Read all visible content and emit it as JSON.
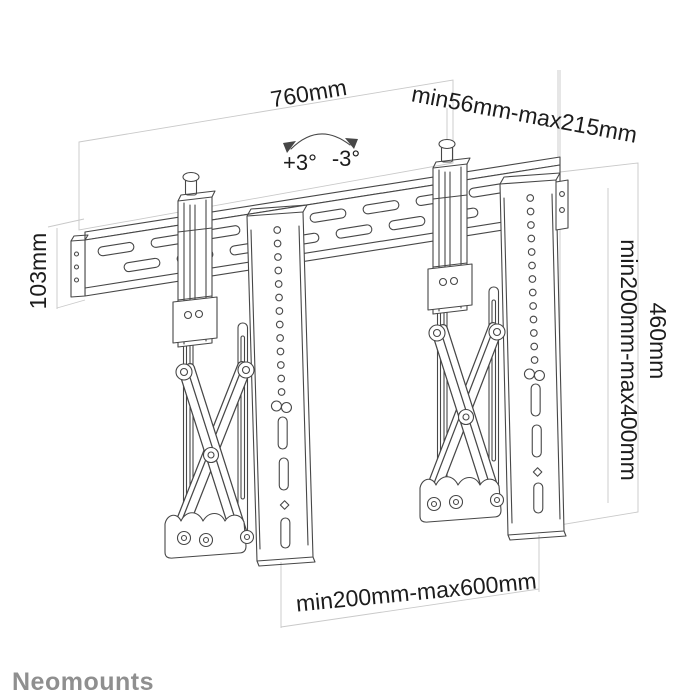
{
  "title": "Neomounts video wall mount dimensional line drawing",
  "labels": {
    "dim_total_width": "760mm",
    "dim_wall_distance": "min56mm-max215mm",
    "tilt_plus": "+3°",
    "tilt_minus": "-3°",
    "dim_rail_height": "103mm",
    "dim_vesa_height": "min200mm-max400mm",
    "dim_bracket_height": "460mm",
    "dim_vesa_width": "min200mm-max600mm"
  },
  "branding": {
    "logo_text": "Neomounts"
  },
  "colors": {
    "line": "#474747",
    "phantom": "#c9c9c9",
    "text": "#1c1c1c",
    "logo": "#8f8f8f",
    "background": "#ffffff"
  }
}
